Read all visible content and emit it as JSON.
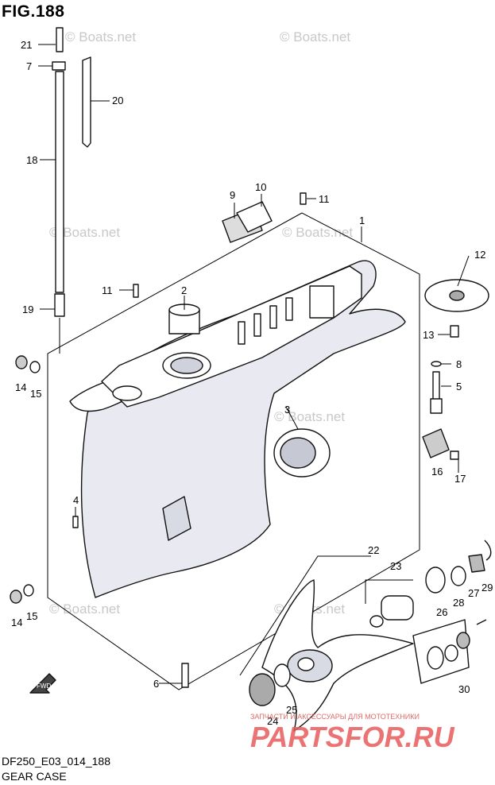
{
  "figure": {
    "title": "FIG.188"
  },
  "footer": {
    "code": "DF250_E03_014_188",
    "name": "GEAR CASE"
  },
  "watermarks": {
    "boats": "© Boats.net",
    "parts_caption": "ЗАПЧАСТИ И АКСЕССУАРЫ ДЛЯ МОТОТЕХНИКИ",
    "parts_logo": "PARTSFOR.RU",
    "parts_color": "#e85a5a"
  },
  "fwd_label": "FWD",
  "callouts": [
    "21",
    "7",
    "20",
    "18",
    "19",
    "14",
    "15",
    "9",
    "10",
    "11",
    "1",
    "11",
    "2",
    "12",
    "13",
    "8",
    "5",
    "3",
    "16",
    "17",
    "4",
    "22",
    "23",
    "29",
    "27",
    "28",
    "26",
    "14",
    "15",
    "24",
    "25",
    "30",
    "6"
  ]
}
